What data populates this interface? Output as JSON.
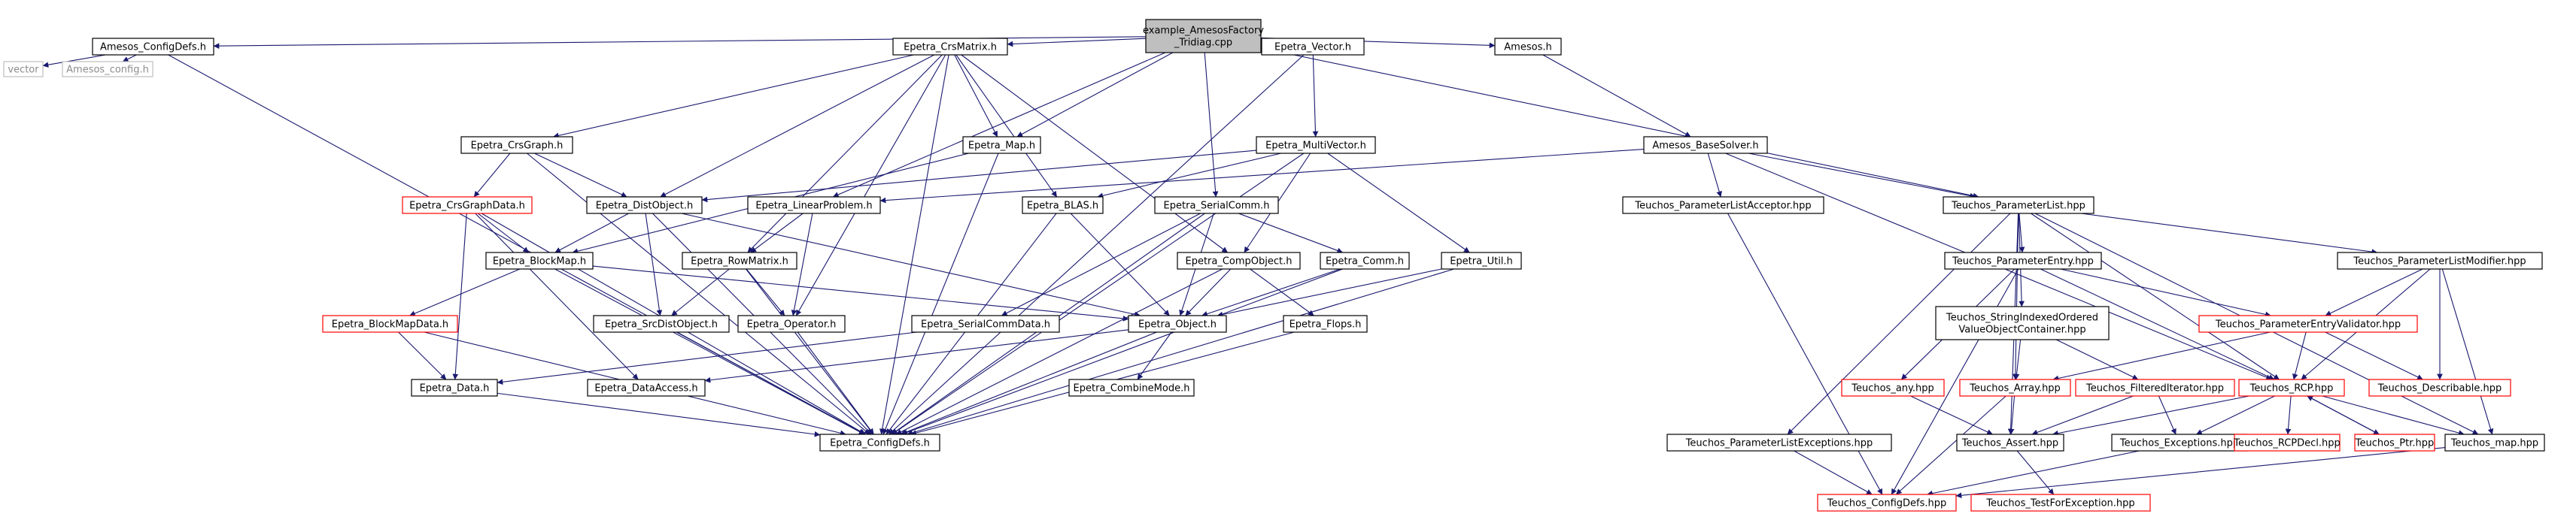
{
  "colors": {
    "edge": "#191970",
    "border_normal": "#000000",
    "border_truncated": "#ff0000",
    "border_system": "#bfbfbf",
    "root_fill": "#bfbfbf",
    "system_text": "#8c8c8c"
  },
  "nodes": [
    {
      "id": "root",
      "lines": [
        "example_AmesosFactory",
        "_Tridiag.cpp"
      ],
      "kind": "root"
    },
    {
      "id": "amesos_configdefs",
      "lines": [
        "Amesos_ConfigDefs.h"
      ],
      "kind": "normal"
    },
    {
      "id": "vector",
      "lines": [
        "vector"
      ],
      "kind": "system"
    },
    {
      "id": "amesos_config",
      "lines": [
        "Amesos_config.h"
      ],
      "kind": "system"
    },
    {
      "id": "epetra_crsmatrix",
      "lines": [
        "Epetra_CrsMatrix.h"
      ],
      "kind": "normal"
    },
    {
      "id": "epetra_vector",
      "lines": [
        "Epetra_Vector.h"
      ],
      "kind": "normal"
    },
    {
      "id": "amesos_h",
      "lines": [
        "Amesos.h"
      ],
      "kind": "normal"
    },
    {
      "id": "epetra_crsgraph",
      "lines": [
        "Epetra_CrsGraph.h"
      ],
      "kind": "normal"
    },
    {
      "id": "epetra_map",
      "lines": [
        "Epetra_Map.h"
      ],
      "kind": "normal"
    },
    {
      "id": "epetra_multivector",
      "lines": [
        "Epetra_MultiVector.h"
      ],
      "kind": "normal"
    },
    {
      "id": "amesos_basesolver",
      "lines": [
        "Amesos_BaseSolver.h"
      ],
      "kind": "normal"
    },
    {
      "id": "epetra_crsgraphdata",
      "lines": [
        "Epetra_CrsGraphData.h"
      ],
      "kind": "truncated"
    },
    {
      "id": "epetra_distobject",
      "lines": [
        "Epetra_DistObject.h"
      ],
      "kind": "normal"
    },
    {
      "id": "epetra_linearproblem",
      "lines": [
        "Epetra_LinearProblem.h"
      ],
      "kind": "normal"
    },
    {
      "id": "epetra_blas",
      "lines": [
        "Epetra_BLAS.h"
      ],
      "kind": "normal"
    },
    {
      "id": "epetra_serialcomm",
      "lines": [
        "Epetra_SerialComm.h"
      ],
      "kind": "normal"
    },
    {
      "id": "teuchos_parameterlistacceptor",
      "lines": [
        "Teuchos_ParameterListAcceptor.hpp"
      ],
      "kind": "normal"
    },
    {
      "id": "teuchos_parameterlist",
      "lines": [
        "Teuchos_ParameterList.hpp"
      ],
      "kind": "normal"
    },
    {
      "id": "epetra_blockmap",
      "lines": [
        "Epetra_BlockMap.h"
      ],
      "kind": "normal"
    },
    {
      "id": "epetra_rowmatrix",
      "lines": [
        "Epetra_RowMatrix.h"
      ],
      "kind": "normal"
    },
    {
      "id": "epetra_compobject",
      "lines": [
        "Epetra_CompObject.h"
      ],
      "kind": "normal"
    },
    {
      "id": "epetra_comm",
      "lines": [
        "Epetra_Comm.h"
      ],
      "kind": "normal"
    },
    {
      "id": "epetra_util",
      "lines": [
        "Epetra_Util.h"
      ],
      "kind": "normal"
    },
    {
      "id": "teuchos_parameterentry",
      "lines": [
        "Teuchos_ParameterEntry.hpp"
      ],
      "kind": "normal"
    },
    {
      "id": "teuchos_parameterlistmodifier",
      "lines": [
        "Teuchos_ParameterListModifier.hpp"
      ],
      "kind": "normal"
    },
    {
      "id": "epetra_blockmapdata",
      "lines": [
        "Epetra_BlockMapData.h"
      ],
      "kind": "truncated"
    },
    {
      "id": "epetra_srcdistobject",
      "lines": [
        "Epetra_SrcDistObject.h"
      ],
      "kind": "normal"
    },
    {
      "id": "epetra_operator",
      "lines": [
        "Epetra_Operator.h"
      ],
      "kind": "normal"
    },
    {
      "id": "epetra_serialcommdata",
      "lines": [
        "Epetra_SerialCommData.h"
      ],
      "kind": "normal"
    },
    {
      "id": "epetra_object",
      "lines": [
        "Epetra_Object.h"
      ],
      "kind": "normal"
    },
    {
      "id": "epetra_flops",
      "lines": [
        "Epetra_Flops.h"
      ],
      "kind": "normal"
    },
    {
      "id": "teuchos_stringindexed",
      "lines": [
        "Teuchos_StringIndexedOrdered",
        "ValueObjectContainer.hpp"
      ],
      "kind": "normal"
    },
    {
      "id": "teuchos_parameterentryvalidator",
      "lines": [
        "Teuchos_ParameterEntryValidator.hpp"
      ],
      "kind": "truncated"
    },
    {
      "id": "epetra_data",
      "lines": [
        "Epetra_Data.h"
      ],
      "kind": "normal"
    },
    {
      "id": "epetra_dataaccess",
      "lines": [
        "Epetra_DataAccess.h"
      ],
      "kind": "normal"
    },
    {
      "id": "epetra_combinemode",
      "lines": [
        "Epetra_CombineMode.h"
      ],
      "kind": "normal"
    },
    {
      "id": "teuchos_any",
      "lines": [
        "Teuchos_any.hpp"
      ],
      "kind": "truncated"
    },
    {
      "id": "teuchos_array",
      "lines": [
        "Teuchos_Array.hpp"
      ],
      "kind": "truncated"
    },
    {
      "id": "teuchos_filterediterator",
      "lines": [
        "Teuchos_FilteredIterator.hpp"
      ],
      "kind": "truncated"
    },
    {
      "id": "teuchos_rcp",
      "lines": [
        "Teuchos_RCP.hpp"
      ],
      "kind": "truncated"
    },
    {
      "id": "teuchos_describable",
      "lines": [
        "Teuchos_Describable.hpp"
      ],
      "kind": "truncated"
    },
    {
      "id": "epetra_configdefs",
      "lines": [
        "Epetra_ConfigDefs.h"
      ],
      "kind": "normal"
    },
    {
      "id": "teuchos_parameterlistexceptions",
      "lines": [
        "Teuchos_ParameterListExceptions.hpp"
      ],
      "kind": "normal"
    },
    {
      "id": "teuchos_assert",
      "lines": [
        "Teuchos_Assert.hpp"
      ],
      "kind": "normal"
    },
    {
      "id": "teuchos_exceptions",
      "lines": [
        "Teuchos_Exceptions.hpp"
      ],
      "kind": "normal"
    },
    {
      "id": "teuchos_rcpdecl",
      "lines": [
        "Teuchos_RCPDecl.hpp"
      ],
      "kind": "truncated"
    },
    {
      "id": "teuchos_ptr",
      "lines": [
        "Teuchos_Ptr.hpp"
      ],
      "kind": "truncated"
    },
    {
      "id": "teuchos_map",
      "lines": [
        "Teuchos_map.hpp"
      ],
      "kind": "normal"
    },
    {
      "id": "teuchos_configdefs",
      "lines": [
        "Teuchos_ConfigDefs.hpp"
      ],
      "kind": "truncated"
    },
    {
      "id": "teuchos_testforexception",
      "lines": [
        "Teuchos_TestForException.hpp"
      ],
      "kind": "truncated"
    }
  ],
  "edges": [
    [
      "root",
      "amesos_configdefs"
    ],
    [
      "root",
      "epetra_crsmatrix"
    ],
    [
      "root",
      "epetra_map"
    ],
    [
      "root",
      "epetra_linearproblem"
    ],
    [
      "root",
      "epetra_serialcomm"
    ],
    [
      "root",
      "epetra_vector"
    ],
    [
      "root",
      "amesos_h"
    ],
    [
      "root",
      "teuchos_parameterlist"
    ],
    [
      "amesos_configdefs",
      "vector"
    ],
    [
      "amesos_configdefs",
      "amesos_config"
    ],
    [
      "amesos_configdefs",
      "epetra_configdefs"
    ],
    [
      "epetra_crsmatrix",
      "epetra_crsgraph"
    ],
    [
      "epetra_crsmatrix",
      "epetra_map"
    ],
    [
      "epetra_crsmatrix",
      "epetra_distobject"
    ],
    [
      "epetra_crsmatrix",
      "epetra_blas"
    ],
    [
      "epetra_crsmatrix",
      "epetra_rowmatrix"
    ],
    [
      "epetra_crsmatrix",
      "epetra_compobject"
    ],
    [
      "epetra_crsmatrix",
      "epetra_operator"
    ],
    [
      "epetra_crsmatrix",
      "epetra_configdefs"
    ],
    [
      "epetra_vector",
      "epetra_multivector"
    ],
    [
      "epetra_vector",
      "epetra_configdefs"
    ],
    [
      "amesos_h",
      "amesos_basesolver"
    ],
    [
      "epetra_crsgraph",
      "epetra_crsgraphdata"
    ],
    [
      "epetra_crsgraph",
      "epetra_distobject"
    ],
    [
      "epetra_crsgraph",
      "epetra_configdefs"
    ],
    [
      "epetra_map",
      "epetra_blockmap"
    ],
    [
      "epetra_map",
      "epetra_configdefs"
    ],
    [
      "epetra_multivector",
      "epetra_distobject"
    ],
    [
      "epetra_multivector",
      "epetra_blas"
    ],
    [
      "epetra_multivector",
      "epetra_compobject"
    ],
    [
      "epetra_multivector",
      "epetra_util"
    ],
    [
      "epetra_multivector",
      "epetra_configdefs"
    ],
    [
      "amesos_basesolver",
      "epetra_linearproblem"
    ],
    [
      "amesos_basesolver",
      "teuchos_parameterlistacceptor"
    ],
    [
      "amesos_basesolver",
      "teuchos_parameterlist"
    ],
    [
      "amesos_basesolver",
      "teuchos_rcp"
    ],
    [
      "epetra_crsgraphdata",
      "epetra_blockmap"
    ],
    [
      "epetra_crsgraphdata",
      "epetra_data"
    ],
    [
      "epetra_crsgraphdata",
      "epetra_dataaccess"
    ],
    [
      "epetra_crsgraphdata",
      "epetra_configdefs"
    ],
    [
      "epetra_distobject",
      "epetra_blockmap"
    ],
    [
      "epetra_distobject",
      "epetra_srcdistobject"
    ],
    [
      "epetra_distobject",
      "epetra_object"
    ],
    [
      "epetra_distobject",
      "epetra_configdefs"
    ],
    [
      "epetra_linearproblem",
      "epetra_rowmatrix"
    ],
    [
      "epetra_linearproblem",
      "epetra_operator"
    ],
    [
      "epetra_blas",
      "epetra_object"
    ],
    [
      "epetra_blas",
      "epetra_configdefs"
    ],
    [
      "epetra_serialcomm",
      "epetra_comm"
    ],
    [
      "epetra_serialcomm",
      "epetra_serialcommdata"
    ],
    [
      "epetra_serialcomm",
      "epetra_object"
    ],
    [
      "epetra_serialcomm",
      "epetra_configdefs"
    ],
    [
      "teuchos_parameterlistacceptor",
      "teuchos_configdefs"
    ],
    [
      "teuchos_parameterlist",
      "teuchos_parameterentry"
    ],
    [
      "teuchos_parameterlist",
      "teuchos_parameterlistmodifier"
    ],
    [
      "teuchos_parameterlist",
      "teuchos_stringindexed"
    ],
    [
      "teuchos_parameterlist",
      "teuchos_parameterlistexceptions"
    ],
    [
      "teuchos_parameterlist",
      "teuchos_assert"
    ],
    [
      "teuchos_parameterlist",
      "teuchos_rcp"
    ],
    [
      "teuchos_parameterlist",
      "teuchos_map"
    ],
    [
      "teuchos_parameterlist",
      "teuchos_array"
    ],
    [
      "epetra_blockmap",
      "epetra_blockmapdata"
    ],
    [
      "epetra_blockmap",
      "epetra_object"
    ],
    [
      "epetra_blockmap",
      "epetra_configdefs"
    ],
    [
      "epetra_rowmatrix",
      "epetra_operator"
    ],
    [
      "epetra_rowmatrix",
      "epetra_srcdistobject"
    ],
    [
      "epetra_rowmatrix",
      "epetra_configdefs"
    ],
    [
      "epetra_compobject",
      "epetra_object"
    ],
    [
      "epetra_compobject",
      "epetra_flops"
    ],
    [
      "epetra_compobject",
      "epetra_configdefs"
    ],
    [
      "epetra_comm",
      "epetra_object"
    ],
    [
      "epetra_comm",
      "epetra_configdefs"
    ],
    [
      "epetra_util",
      "epetra_object"
    ],
    [
      "epetra_util",
      "epetra_configdefs"
    ],
    [
      "teuchos_parameterentry",
      "teuchos_any"
    ],
    [
      "teuchos_parameterentry",
      "teuchos_parameterentryvalidator"
    ],
    [
      "teuchos_parameterentry",
      "teuchos_rcp"
    ],
    [
      "teuchos_parameterentry",
      "teuchos_configdefs"
    ],
    [
      "teuchos_parameterlistmodifier",
      "teuchos_parameterentryvalidator"
    ],
    [
      "teuchos_parameterlistmodifier",
      "teuchos_rcp"
    ],
    [
      "teuchos_parameterlistmodifier",
      "teuchos_describable"
    ],
    [
      "teuchos_parameterlistmodifier",
      "teuchos_map"
    ],
    [
      "epetra_blockmapdata",
      "epetra_data"
    ],
    [
      "epetra_blockmapdata",
      "epetra_configdefs"
    ],
    [
      "epetra_srcdistobject",
      "epetra_configdefs"
    ],
    [
      "epetra_operator",
      "epetra_configdefs"
    ],
    [
      "epetra_serialcommdata",
      "epetra_data"
    ],
    [
      "epetra_object",
      "epetra_combinemode"
    ],
    [
      "epetra_object",
      "epetra_dataaccess"
    ],
    [
      "epetra_object",
      "epetra_configdefs"
    ],
    [
      "epetra_flops",
      "epetra_configdefs"
    ],
    [
      "teuchos_stringindexed",
      "teuchos_array"
    ],
    [
      "teuchos_stringindexed",
      "teuchos_filterediterator"
    ],
    [
      "teuchos_parameterentryvalidator",
      "teuchos_describable"
    ],
    [
      "teuchos_parameterentryvalidator",
      "teuchos_rcp"
    ],
    [
      "teuchos_parameterentryvalidator",
      "teuchos_array"
    ],
    [
      "epetra_data",
      "epetra_configdefs"
    ],
    [
      "teuchos_any",
      "teuchos_assert"
    ],
    [
      "teuchos_array",
      "teuchos_assert"
    ],
    [
      "teuchos_array",
      "teuchos_configdefs"
    ],
    [
      "teuchos_filterediterator",
      "teuchos_assert"
    ],
    [
      "teuchos_filterediterator",
      "teuchos_exceptions"
    ],
    [
      "teuchos_rcp",
      "teuchos_rcpdecl"
    ],
    [
      "teuchos_rcp",
      "teuchos_ptr"
    ],
    [
      "teuchos_rcp",
      "teuchos_assert"
    ],
    [
      "teuchos_rcp",
      "teuchos_exceptions"
    ],
    [
      "teuchos_rcp",
      "teuchos_map"
    ],
    [
      "teuchos_ptr",
      "teuchos_rcp"
    ],
    [
      "teuchos_parameterlistexceptions",
      "teuchos_configdefs"
    ],
    [
      "teuchos_assert",
      "teuchos_testforexception"
    ],
    [
      "teuchos_exceptions",
      "teuchos_configdefs"
    ],
    [
      "teuchos_map",
      "teuchos_configdefs"
    ]
  ]
}
